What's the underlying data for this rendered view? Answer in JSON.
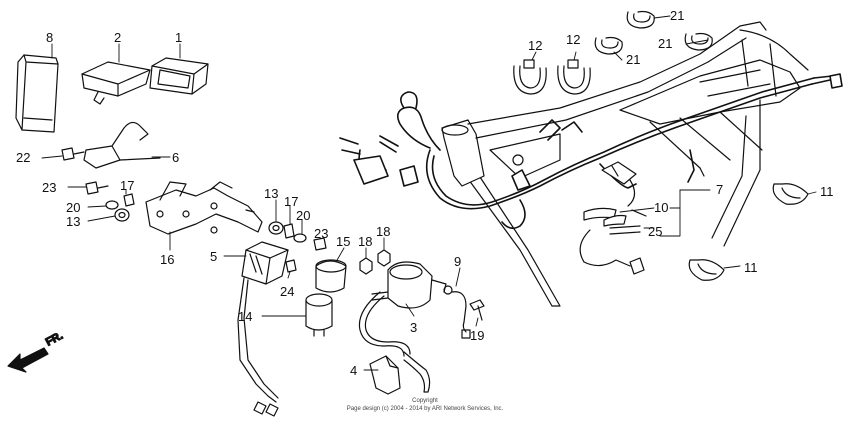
{
  "diagram": {
    "callouts": [
      {
        "id": "8",
        "label": "8"
      },
      {
        "id": "2",
        "label": "2"
      },
      {
        "id": "1",
        "label": "1"
      },
      {
        "id": "22",
        "label": "22"
      },
      {
        "id": "6",
        "label": "6"
      },
      {
        "id": "23a",
        "label": "23"
      },
      {
        "id": "17a",
        "label": "17"
      },
      {
        "id": "20a",
        "label": "20"
      },
      {
        "id": "13a",
        "label": "13"
      },
      {
        "id": "16",
        "label": "16"
      },
      {
        "id": "13b",
        "label": "13"
      },
      {
        "id": "17b",
        "label": "17"
      },
      {
        "id": "20b",
        "label": "20"
      },
      {
        "id": "23b",
        "label": "23"
      },
      {
        "id": "15",
        "label": "15"
      },
      {
        "id": "18a",
        "label": "18"
      },
      {
        "id": "18b",
        "label": "18"
      },
      {
        "id": "5",
        "label": "5"
      },
      {
        "id": "24",
        "label": "24"
      },
      {
        "id": "14",
        "label": "14"
      },
      {
        "id": "9",
        "label": "9"
      },
      {
        "id": "3",
        "label": "3"
      },
      {
        "id": "19",
        "label": "19"
      },
      {
        "id": "4",
        "label": "4"
      },
      {
        "id": "12a",
        "label": "12"
      },
      {
        "id": "12b",
        "label": "12"
      },
      {
        "id": "21a",
        "label": "21"
      },
      {
        "id": "21b",
        "label": "21"
      },
      {
        "id": "21c",
        "label": "21"
      },
      {
        "id": "7",
        "label": "7"
      },
      {
        "id": "10",
        "label": "10"
      },
      {
        "id": "25",
        "label": "25"
      },
      {
        "id": "11a",
        "label": "11"
      },
      {
        "id": "11b",
        "label": "11"
      }
    ],
    "direction_label": "FR.",
    "copyright_line1": "Copyright",
    "copyright_line2": "Page design (c) 2004 - 2014 by ARI Network Services, Inc."
  }
}
